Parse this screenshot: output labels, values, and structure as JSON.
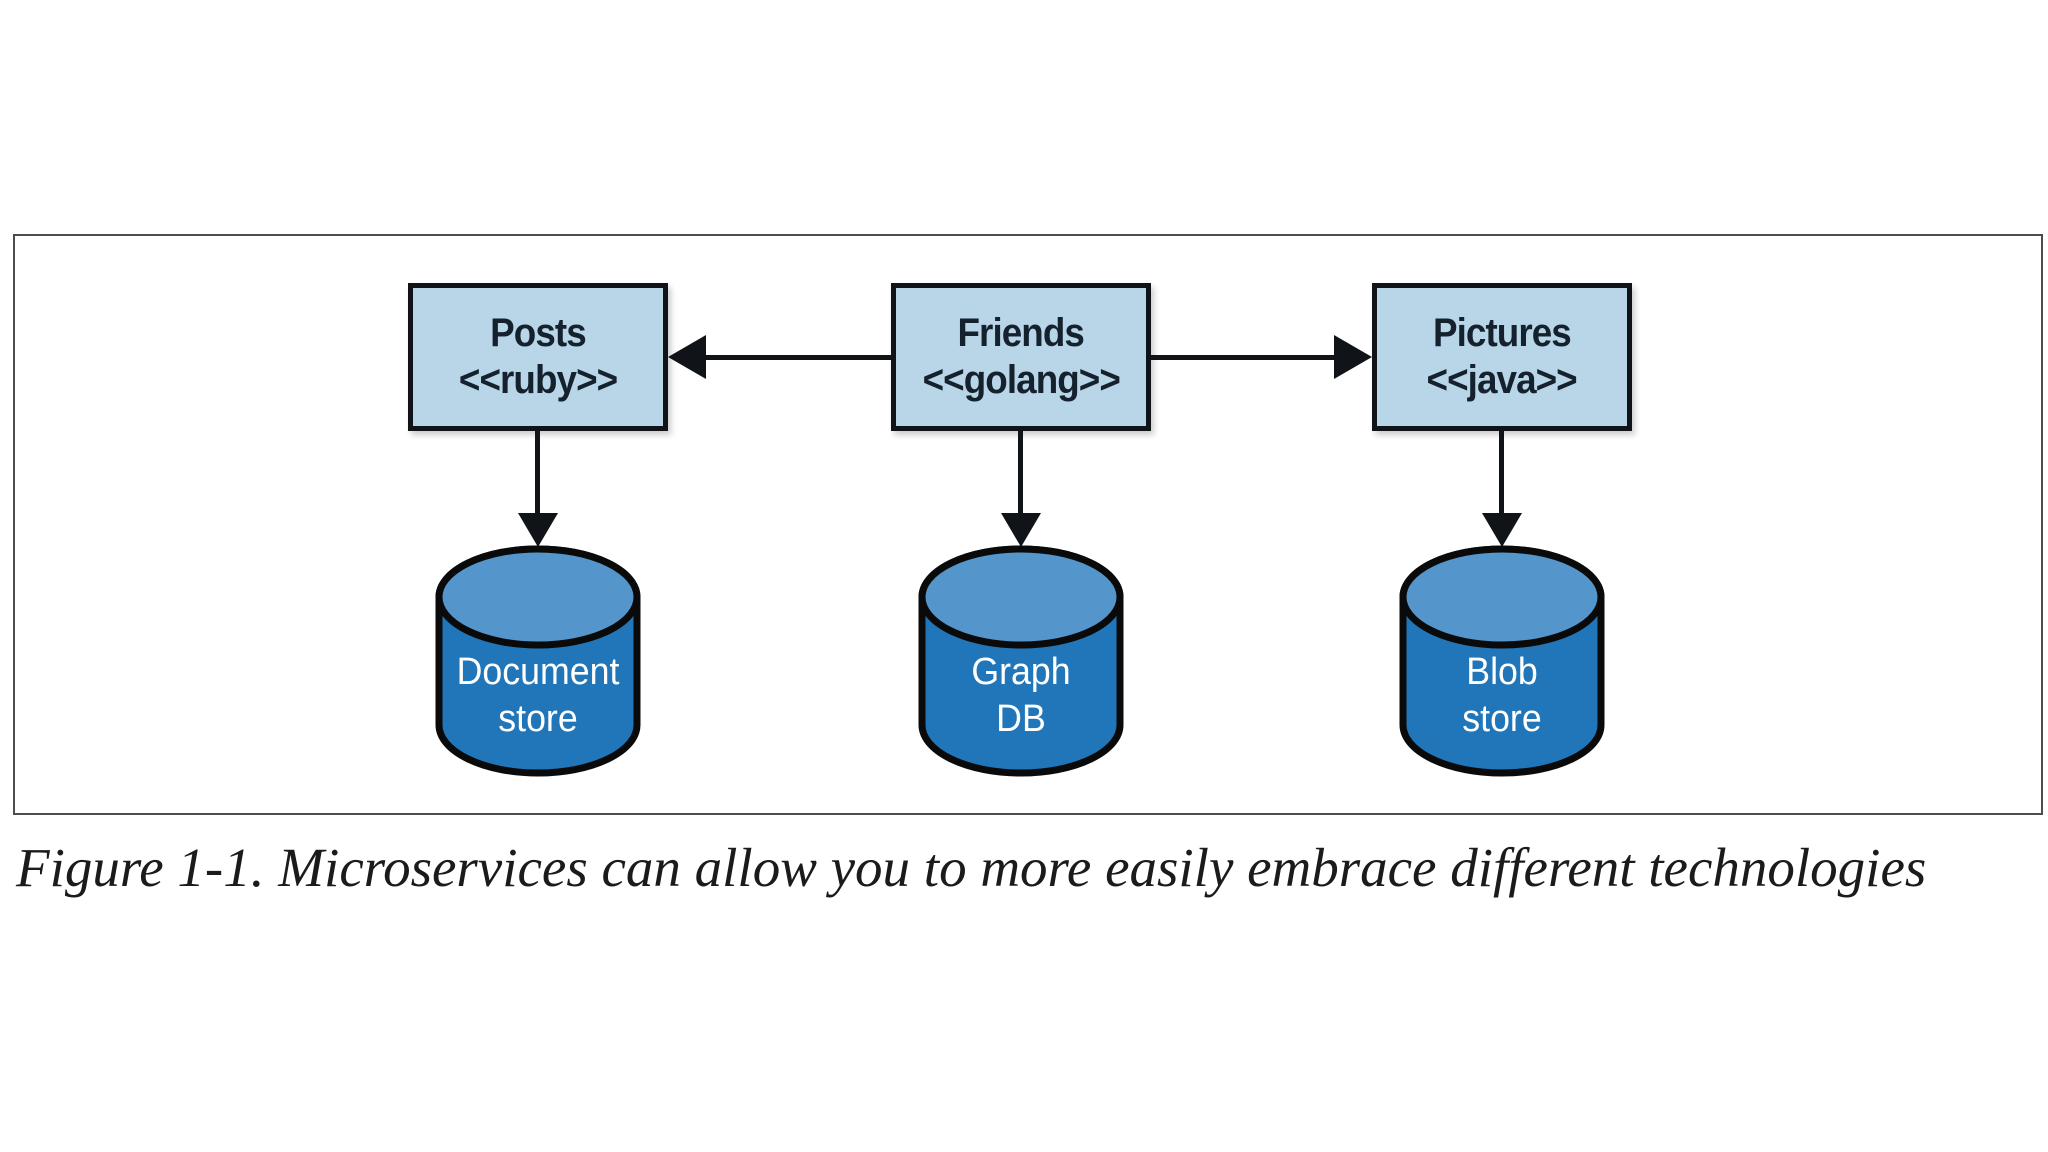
{
  "figure": {
    "caption": "Figure 1-1. Microservices can allow you to more easily embrace different technologies"
  },
  "diagram": {
    "services": [
      {
        "name": "Posts",
        "stereotype": "<<ruby>>",
        "store": {
          "line1": "Document",
          "line2": "store"
        }
      },
      {
        "name": "Friends",
        "stereotype": "<<golang>>",
        "store": {
          "line1": "Graph",
          "line2": "DB"
        }
      },
      {
        "name": "Pictures",
        "stereotype": "<<java>>",
        "store": {
          "line1": "Blob",
          "line2": "store"
        }
      }
    ],
    "connections": [
      {
        "from": "Friends",
        "to": "Posts",
        "type": "arrow"
      },
      {
        "from": "Friends",
        "to": "Pictures",
        "type": "arrow"
      },
      {
        "from": "Posts",
        "to": "Document store",
        "type": "arrow"
      },
      {
        "from": "Friends",
        "to": "Graph DB",
        "type": "arrow"
      },
      {
        "from": "Pictures",
        "to": "Blob store",
        "type": "arrow"
      }
    ],
    "colors": {
      "service_box_fill": "#b9d6e9",
      "service_box_border": "#101317",
      "cylinder_body": "#2176b9",
      "cylinder_top": "#5496cb",
      "cylinder_text": "#ffffff",
      "arrow": "#101317",
      "frame_border": "#4d4d4d"
    }
  }
}
